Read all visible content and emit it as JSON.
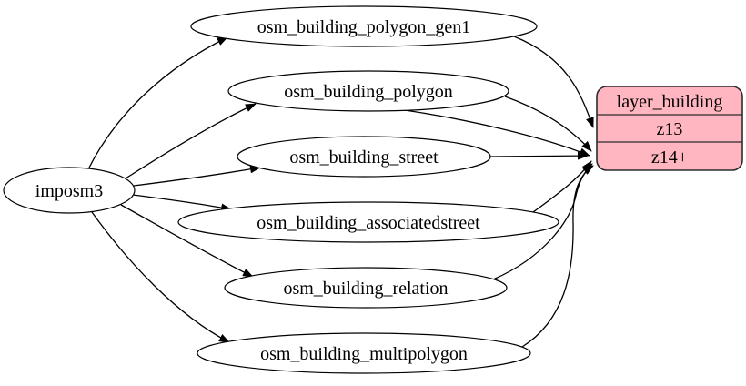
{
  "source": {
    "label": "imposm3"
  },
  "tables": [
    {
      "label": "osm_building_polygon_gen1"
    },
    {
      "label": "osm_building_polygon"
    },
    {
      "label": "osm_building_street"
    },
    {
      "label": "osm_building_associatedstreet"
    },
    {
      "label": "osm_building_relation"
    },
    {
      "label": "osm_building_multipolygon"
    }
  ],
  "layer": {
    "title": "layer_building",
    "rows": [
      {
        "label": "z13"
      },
      {
        "label": "z14+"
      }
    ]
  },
  "edges": [
    {
      "from": "imposm3",
      "to": "osm_building_polygon_gen1"
    },
    {
      "from": "imposm3",
      "to": "osm_building_polygon"
    },
    {
      "from": "imposm3",
      "to": "osm_building_street"
    },
    {
      "from": "imposm3",
      "to": "osm_building_associatedstreet"
    },
    {
      "from": "imposm3",
      "to": "osm_building_relation"
    },
    {
      "from": "imposm3",
      "to": "osm_building_multipolygon"
    },
    {
      "from": "osm_building_polygon_gen1",
      "to": "z13"
    },
    {
      "from": "osm_building_polygon",
      "to": "z14+"
    },
    {
      "from": "osm_building_polygon",
      "to": "z14+"
    },
    {
      "from": "osm_building_street",
      "to": "z14+"
    },
    {
      "from": "osm_building_associatedstreet",
      "to": "z14+"
    },
    {
      "from": "osm_building_relation",
      "to": "z14+"
    },
    {
      "from": "osm_building_multipolygon",
      "to": "z14+"
    }
  ],
  "colors": {
    "background": "#ffffff",
    "edge": "#000000",
    "table_fill": "#ffffff",
    "table_border": "#000000",
    "layer_fill": "#FFB6C1",
    "layer_border": "#2b2b2b"
  }
}
